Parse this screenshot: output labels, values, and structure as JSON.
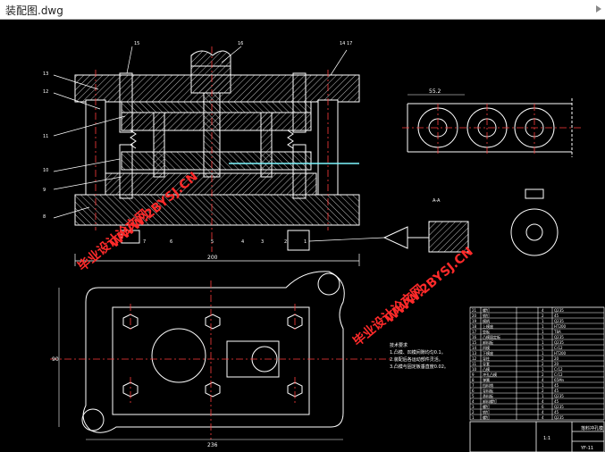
{
  "window": {
    "title": "装配图.dwg"
  },
  "colors": {
    "background": "#000000",
    "line": "#ffffff",
    "center": "#ff3b3b",
    "hatch": "#c8c8c8",
    "dimension": "#7ff7ff",
    "watermark": "#ff2a2a"
  },
  "watermarks": [
    {
      "text": "毕业设计论文网"
    },
    {
      "text": "WWW.2BYSJ.CN"
    },
    {
      "text": "毕业设计论文网"
    },
    {
      "text": "WWW.2BYSJ.CN"
    }
  ],
  "drawing": {
    "tech_requirements_title": "技术要求",
    "tech_requirements": [
      "1.凸模、凹模间隙均匀0.1。",
      "2.装配后各运动部件灵活。",
      "3.凸模与固定板垂直度0.02。"
    ],
    "title_block": {
      "name": "落料冲孔模",
      "scale": "1:1",
      "drawing_no": "YF-11"
    },
    "bom_rows": [
      {
        "no": "21",
        "name": "螺钉",
        "qty": "4",
        "material": "Q235"
      },
      {
        "no": "20",
        "name": "销钉",
        "qty": "2",
        "material": "45"
      },
      {
        "no": "19",
        "name": "模柄",
        "qty": "1",
        "material": "Q235"
      },
      {
        "no": "18",
        "name": "上模座",
        "qty": "1",
        "material": "HT200"
      },
      {
        "no": "17",
        "name": "垫板",
        "qty": "1",
        "material": "T8A"
      },
      {
        "no": "16",
        "name": "凸模固定板",
        "qty": "1",
        "material": "Q235"
      },
      {
        "no": "15",
        "name": "卸料板",
        "qty": "1",
        "material": "Q235"
      },
      {
        "no": "14",
        "name": "凹模",
        "qty": "1",
        "material": "Cr12"
      },
      {
        "no": "13",
        "name": "下模座",
        "qty": "1",
        "material": "HT200"
      },
      {
        "no": "12",
        "name": "导柱",
        "qty": "2",
        "material": "20"
      },
      {
        "no": "11",
        "name": "导套",
        "qty": "2",
        "material": "20"
      },
      {
        "no": "10",
        "name": "凸模",
        "qty": "1",
        "material": "Cr12"
      },
      {
        "no": "9",
        "name": "冲孔凸模",
        "qty": "2",
        "material": "Cr12"
      },
      {
        "no": "8",
        "name": "弹簧",
        "qty": "4",
        "material": "65Mn"
      },
      {
        "no": "7",
        "name": "挡料销",
        "qty": "1",
        "material": "45"
      },
      {
        "no": "6",
        "name": "导料板",
        "qty": "2",
        "material": "45"
      },
      {
        "no": "5",
        "name": "承料板",
        "qty": "1",
        "material": "Q235"
      },
      {
        "no": "4",
        "name": "卸料螺钉",
        "qty": "4",
        "material": "45"
      },
      {
        "no": "3",
        "name": "螺钉",
        "qty": "6",
        "material": "Q235"
      },
      {
        "no": "2",
        "name": "销钉",
        "qty": "4",
        "material": "45"
      },
      {
        "no": "1",
        "name": "螺钉",
        "qty": "4",
        "material": "Q235"
      }
    ],
    "dimensions": {
      "strip_pitch": "55.2",
      "section_width": "200",
      "plan_width": "236",
      "plan_height": "90",
      "detail_label": "A-A"
    }
  }
}
